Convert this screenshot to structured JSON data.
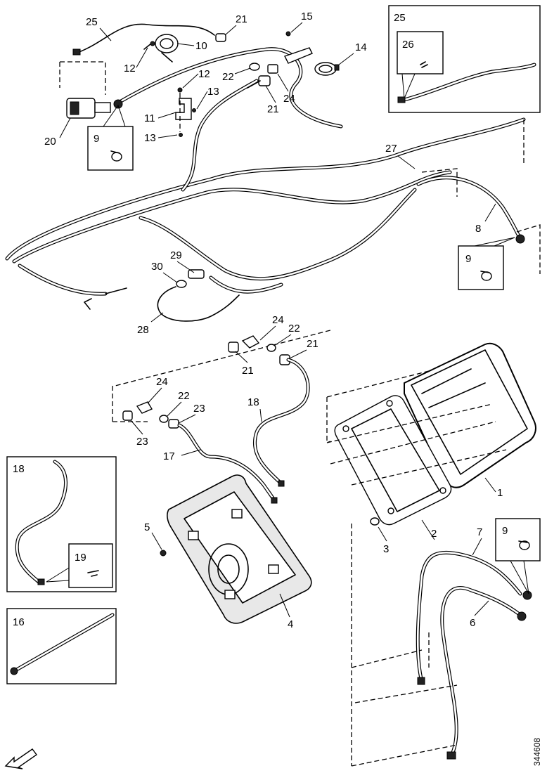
{
  "diagram": {
    "reference_number": "344608",
    "callouts": [
      "25",
      "21",
      "15",
      "10",
      "14",
      "12",
      "12",
      "22",
      "13",
      "24",
      "21",
      "20",
      "11",
      "13",
      "27",
      "8",
      "29",
      "30",
      "28",
      "24",
      "22",
      "21",
      "21",
      "18",
      "24",
      "22",
      "23",
      "23",
      "17",
      "1",
      "5",
      "2",
      "3",
      "7",
      "6",
      "4"
    ],
    "inset_top_right": {
      "labels": [
        "25",
        "26"
      ]
    },
    "inset_clip_left": {
      "label": "9"
    },
    "inset_clip_right": {
      "label": "9"
    },
    "inset_clip_bottom_right": {
      "label": "9"
    },
    "inset_hose_18": {
      "labels": [
        "18",
        "19"
      ]
    },
    "inset_strap_16": {
      "label": "16"
    }
  }
}
